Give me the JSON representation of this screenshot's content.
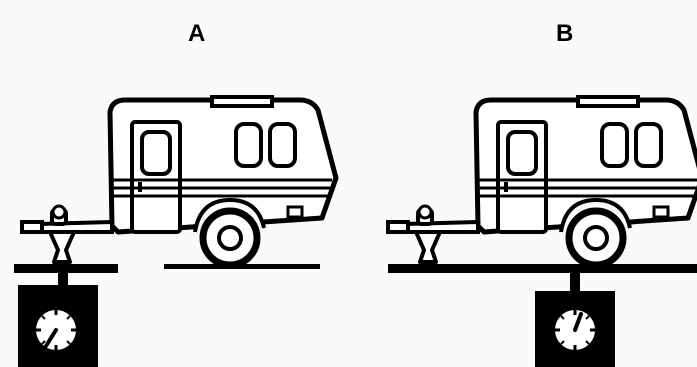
{
  "panels": [
    {
      "label": "A",
      "scale_position": "under-hitch-only"
    },
    {
      "label": "B",
      "scale_position": "under-platform-full-trailer"
    }
  ],
  "colors": {
    "ink": "#000000",
    "background": "#fafafa",
    "fill": "#ffffff"
  },
  "icons": [
    "trailer-icon",
    "scale-icon",
    "jack-stand-icon",
    "wheel-icon"
  ]
}
